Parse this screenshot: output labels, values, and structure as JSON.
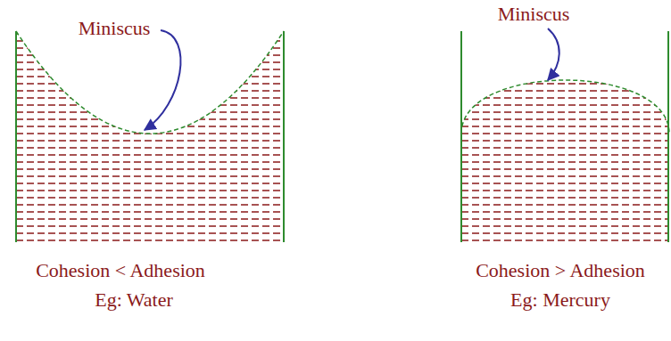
{
  "diagram": {
    "labels": [
      "Miniscus",
      "Miniscus",
      "Cohesion < Adhesion",
      "Eg: Water",
      "Cohesion > Adhesion",
      "Eg: Mercury"
    ]
  }
}
